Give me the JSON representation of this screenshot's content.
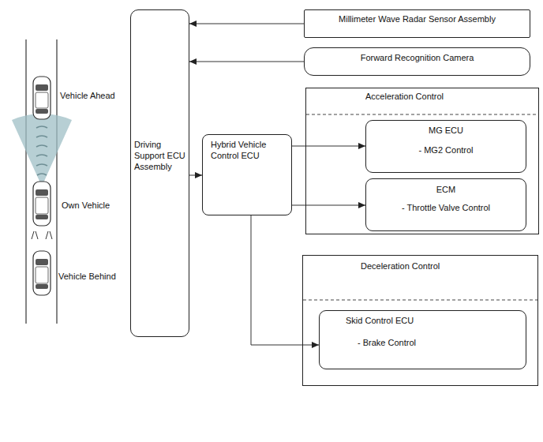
{
  "diagram": {
    "nodes": [
      {
        "text": [
          "Millimeter Wave Radar Sensor Assembly"
        ]
      },
      {
        "text": [
          "Forward Recognition Camera"
        ]
      },
      {
        "text": [
          "Driving Support ECU Assembly"
        ]
      },
      {
        "text": [
          "Hybrid Vehicle Control ECU"
        ]
      },
      {
        "text": [
          "Acceleration Control"
        ]
      },
      {
        "text": [
          "MG ECU",
          "- MG2 Control"
        ],
        "in": 4
      },
      {
        "text": [
          "ECM",
          "- Throttle Valve Control"
        ],
        "in": 4
      },
      {
        "text": [
          "Deceleration Control"
        ]
      },
      {
        "text": [
          "Skid Control ECU",
          "- Brake Control"
        ],
        "in": 7
      }
    ],
    "edges": [
      {
        "from": 0,
        "to": 2,
        "arrow": "to"
      },
      {
        "from": 1,
        "to": 2,
        "arrow": "to"
      },
      {
        "from": 2,
        "to": 3,
        "arrow": "to"
      },
      {
        "from": 3,
        "to": 5,
        "arrow": "to"
      },
      {
        "from": 3,
        "to": 6,
        "arrow": "to"
      },
      {
        "from": 3,
        "to": 8,
        "arrow": "to"
      }
    ],
    "labels": [
      "Vehicle Ahead",
      "Own Vehicle",
      "Vehicle Behind"
    ]
  }
}
